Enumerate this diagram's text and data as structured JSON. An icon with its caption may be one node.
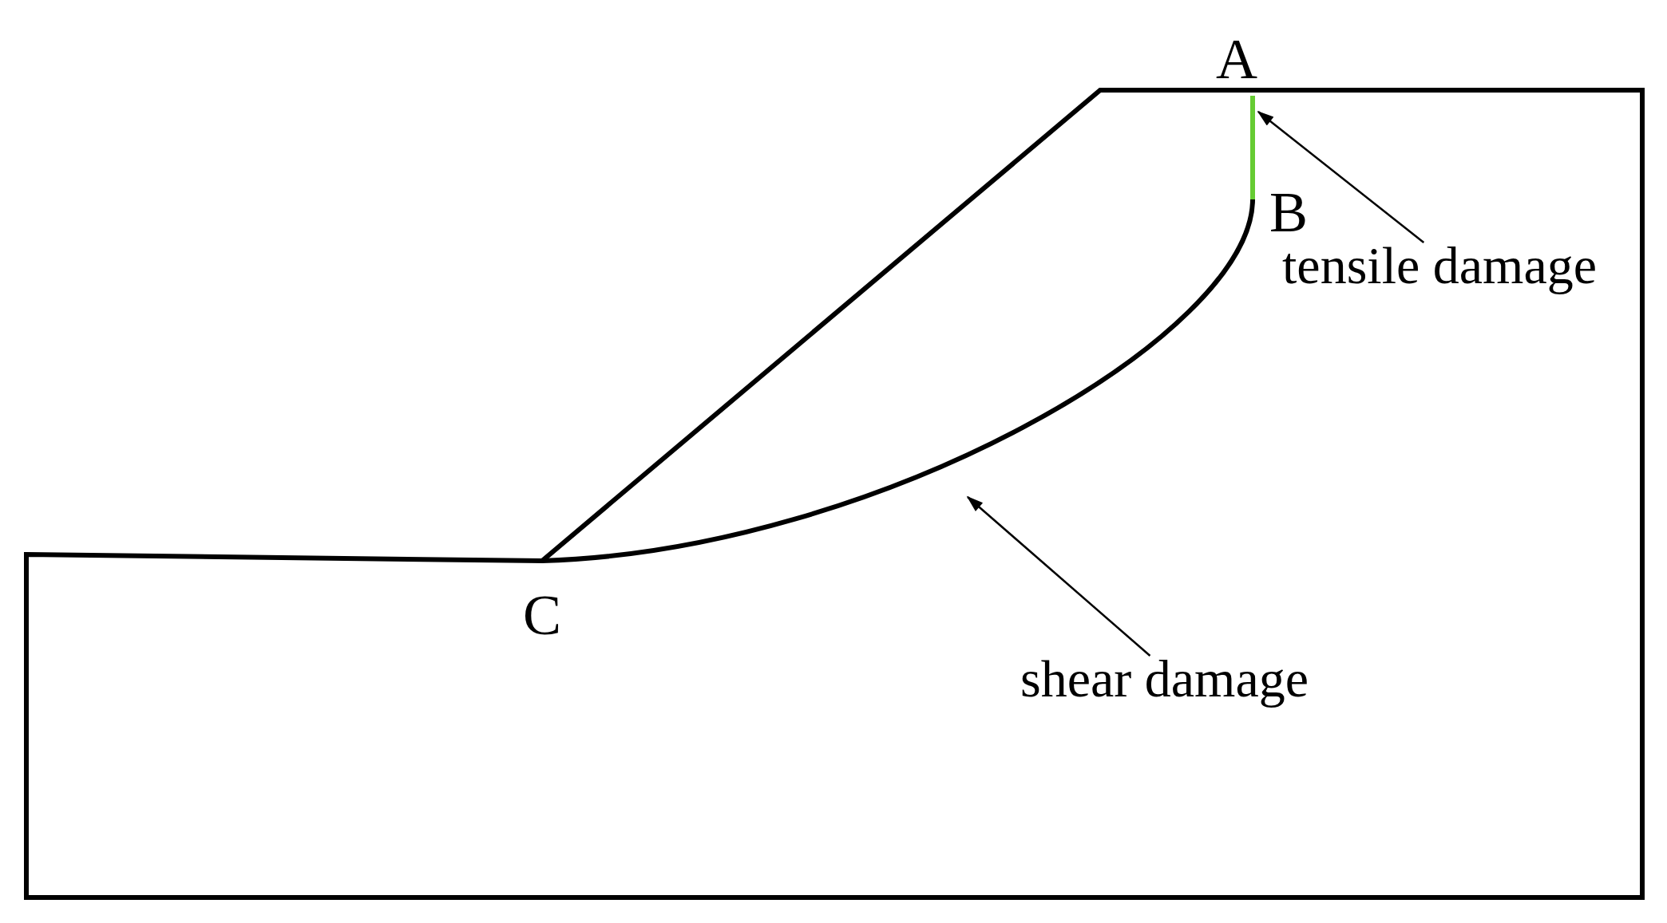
{
  "diagram": {
    "nodes": [
      {
        "text": [
          "tensile damage"
        ]
      },
      {
        "text": [],
        "shape": "line"
      },
      {
        "text": [
          "shear damage"
        ]
      },
      {
        "text": [],
        "shape": "line"
      }
    ],
    "edges": [
      {
        "from": 0,
        "to": 1,
        "arrow": "to"
      },
      {
        "from": 2,
        "to": 3,
        "arrow": "to"
      }
    ],
    "labels": [
      "A",
      "B",
      "C"
    ]
  }
}
